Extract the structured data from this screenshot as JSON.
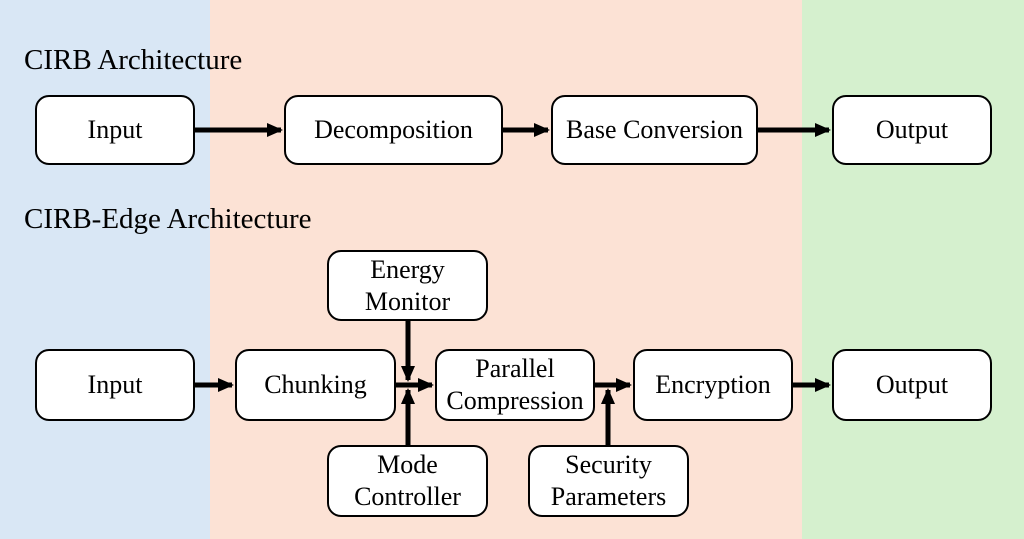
{
  "colors": {
    "band_input": "#d9e7f5",
    "band_process": "#fce2d5",
    "band_output": "#d5f0ce",
    "box_fill": "#ffffff",
    "box_border": "#000000",
    "arrow": "#000000",
    "text": "#000000"
  },
  "diagrams": [
    {
      "title": "CIRB Architecture",
      "nodes": [
        {
          "id": "input",
          "label": "Input"
        },
        {
          "id": "decomposition",
          "label": "Decomposition"
        },
        {
          "id": "base_conversion",
          "label": "Base Conversion"
        },
        {
          "id": "output",
          "label": "Output"
        }
      ],
      "edges": [
        {
          "from": "input",
          "to": "decomposition"
        },
        {
          "from": "decomposition",
          "to": "base_conversion"
        },
        {
          "from": "base_conversion",
          "to": "output"
        }
      ]
    },
    {
      "title": "CIRB-Edge Architecture",
      "nodes": [
        {
          "id": "input",
          "label": "Input"
        },
        {
          "id": "chunking",
          "label": "Chunking"
        },
        {
          "id": "energy_monitor",
          "label": "Energy Monitor",
          "lines": [
            "Energy",
            "Monitor"
          ]
        },
        {
          "id": "mode_controller",
          "label": "Mode Controller",
          "lines": [
            "Mode",
            "Controller"
          ]
        },
        {
          "id": "parallel_compression",
          "label": "Parallel Compression",
          "lines": [
            "Parallel",
            "Compression"
          ]
        },
        {
          "id": "security_parameters",
          "label": "Security Parameters",
          "lines": [
            "Security",
            "Parameters"
          ]
        },
        {
          "id": "encryption",
          "label": "Encryption"
        },
        {
          "id": "output",
          "label": "Output"
        }
      ],
      "edges": [
        {
          "from": "input",
          "to": "chunking"
        },
        {
          "from": "chunking",
          "to": "parallel_compression"
        },
        {
          "from": "energy_monitor",
          "to": "chunking-parallel_compression-junction"
        },
        {
          "from": "mode_controller",
          "to": "chunking-parallel_compression-junction"
        },
        {
          "from": "parallel_compression",
          "to": "encryption"
        },
        {
          "from": "security_parameters",
          "to": "parallel_compression-encryption-junction"
        },
        {
          "from": "encryption",
          "to": "output"
        }
      ]
    }
  ]
}
